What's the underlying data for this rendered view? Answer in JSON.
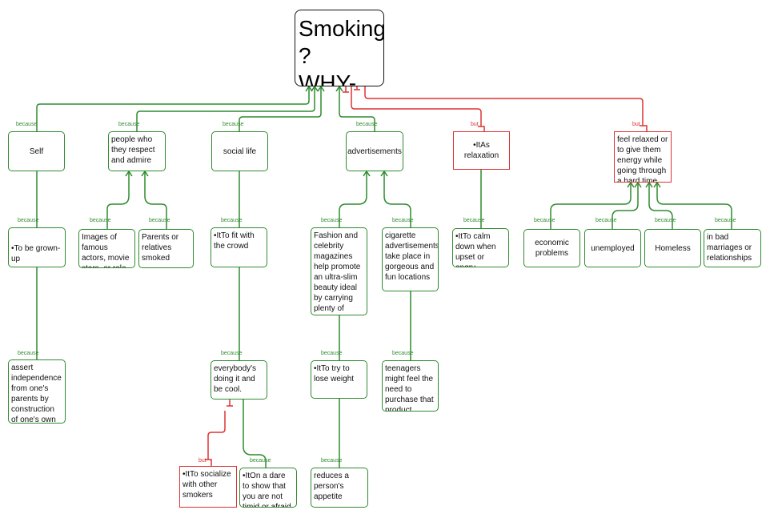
{
  "root": {
    "line1": "Smoking ?",
    "line2": "WHY-Y?"
  },
  "nodes": {
    "self": "Self",
    "people": "people who they respect and admire",
    "social": "social life",
    "ads": "advertisements",
    "relax": "•ItAs relaxation",
    "feel": "feel relaxed or to give them energy while going through a hard time.",
    "grown": "•To be grown-up",
    "images": "Images of famous actors, movie stars. or role models",
    "parents": "Parents or relatives smoked",
    "fit": "•ItTo fit with the crowd",
    "fashion": "Fashion and celebrity magazines help promote an ultra-slim beauty ideal by carrying plenty of cigarette advertising.",
    "cigads": "cigarette advertisements take place in gorgeous and fun locations",
    "calm": "•ItTo calm down when upset or angry",
    "econ": "economic problems",
    "unemp": "unemployed",
    "homeless": "Homeless",
    "marriage": "in bad marriages or relationships",
    "assert": "assert independence from one's parents by construction of one's own identity.",
    "everybody": "everybody's doing it and be cool.",
    "lose": "•ItTo try to lose weight",
    "teens": "teenagers might feel the need to purchase that product.",
    "socialize": "•ItTo socialize with other smokers",
    "dare": "•ItOn a dare to show that you are not timid or afraid.",
    "reduces": "reduces a person's appetite"
  },
  "link_labels": {
    "because": "because",
    "but": "but"
  },
  "colors": {
    "green": "#2e8b2e",
    "red": "#d33",
    "root_border": "#111"
  }
}
